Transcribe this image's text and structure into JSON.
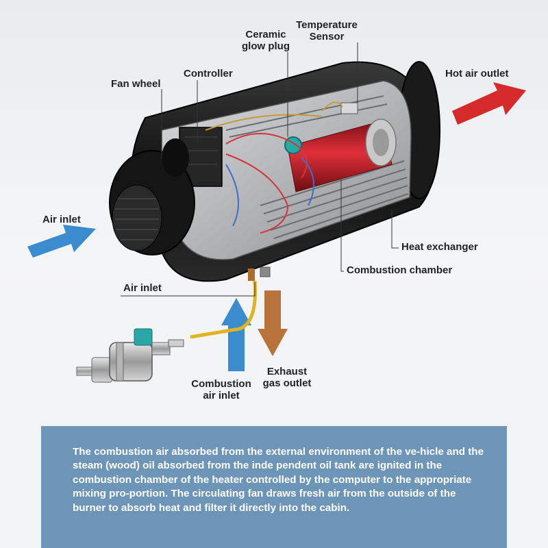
{
  "labels": {
    "temperature_sensor": "Temperature\nSensor",
    "ceramic_glow_plug": "Ceramic\nglow plug",
    "controller": "Controller",
    "fan_wheel": "Fan wheel",
    "hot_air_outlet": "Hot air outlet",
    "air_inlet_left": "Air inlet",
    "heat_exchanger": "Heat exchanger",
    "combustion_chamber": "Combustion chamber",
    "air_inlet_bottom": "Air inlet",
    "combustion_air_inlet": "Combustion\nair inlet",
    "exhaust_gas_outlet": "Exhaust\ngas outlet"
  },
  "description": "The combustion air absorbed from the external environment of the ve-hicle and the steam (wood) oil absorbed from the inde pendent oil tank are ignited in the combustion chamber of the heater controlled by the computer to the appropriate mixing pro-portion. The circulating fan draws fresh air from the outside of the burner to absorb heat and filter it directly into the cabin.",
  "colors": {
    "hot_air_arrow": "#d42a2a",
    "cold_air_arrow": "#3a8ccf",
    "exhaust_arrow": "#b8733a",
    "description_box": "#6d95b8"
  }
}
